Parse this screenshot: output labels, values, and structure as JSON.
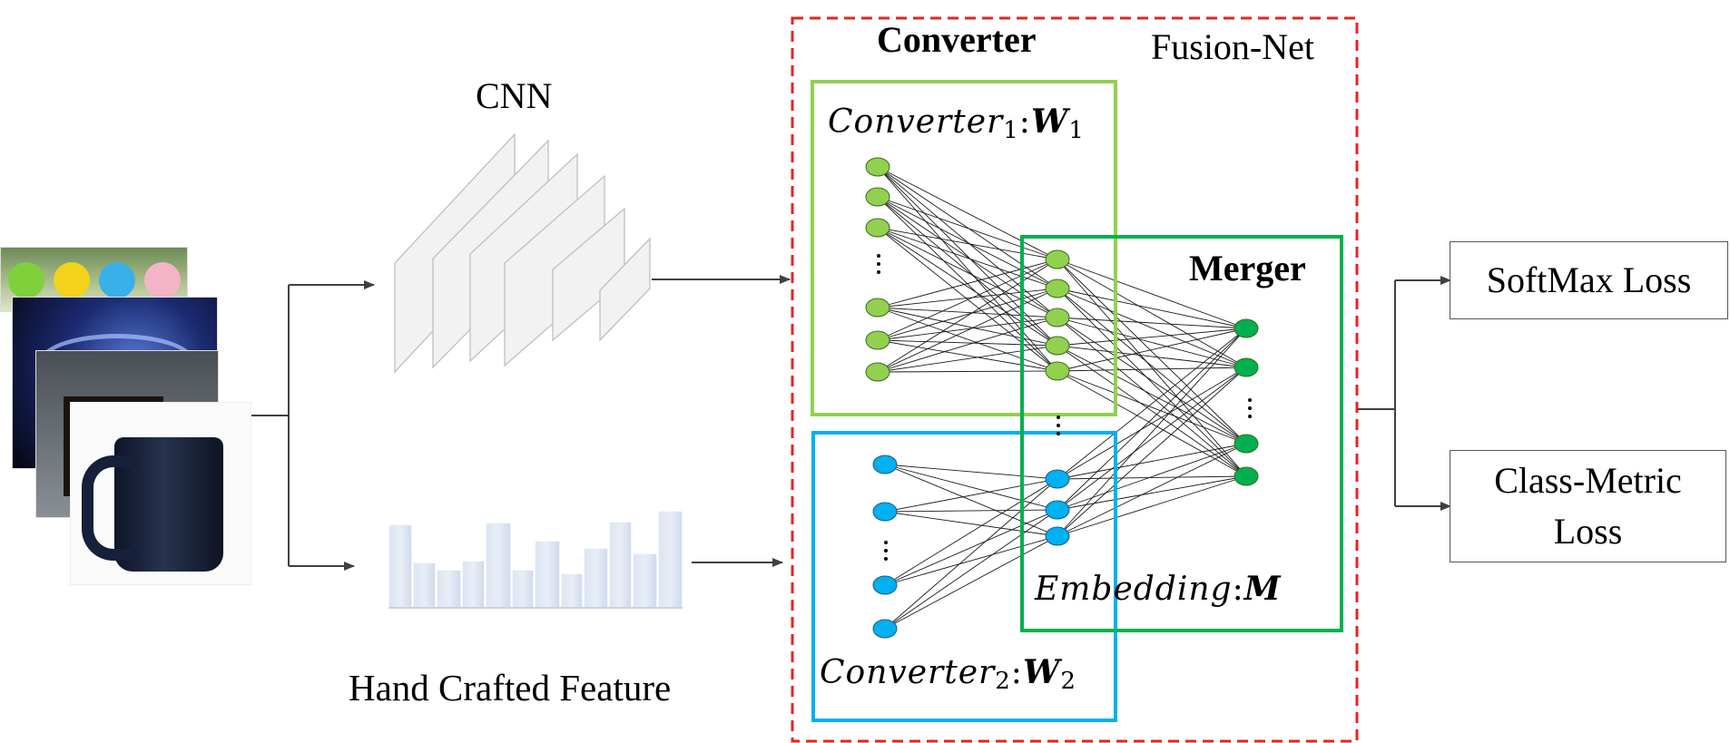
{
  "labels": {
    "cnn": "CNN",
    "hand_crafted": "Hand Crafted Feature",
    "converter_title": "Converter",
    "fusion_net": "Fusion-Net",
    "merger": "Merger",
    "converter1_name": "Converter",
    "converter1_sub": "1",
    "converter1_weight": "W",
    "converter1_weight_sub": "1",
    "converter2_name": "Converter",
    "converter2_sub": "2",
    "converter2_weight": "W",
    "converter2_weight_sub": "2",
    "embedding_name": "Embedding",
    "embedding_weight": "M",
    "colon": ":"
  },
  "losses": {
    "softmax": "SoftMax Loss",
    "class_metric": "Class-Metric Loss"
  },
  "colors": {
    "fusion_border": "#e8231f",
    "converter1_border": "#92d050",
    "converter2_border": "#00b0f0",
    "merger_border": "#00b050",
    "node_green_light": "#92d050",
    "node_blue": "#00b0f0",
    "node_green_dark": "#00b050",
    "arrow": "#404040"
  },
  "icons": {
    "input_images": [
      "toy-birds-photo",
      "light-sculpture-photo",
      "lamp-box-photo",
      "mug-photo"
    ]
  }
}
